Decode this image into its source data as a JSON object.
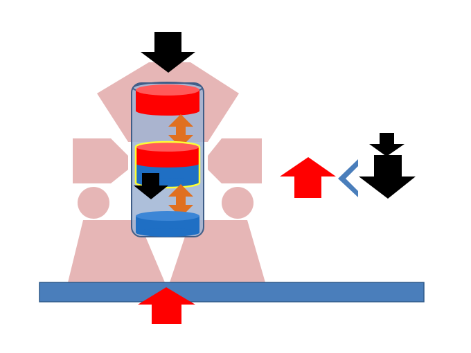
{
  "diagram": {
    "colors": {
      "background": "#ffffff",
      "figure_pink": "#e6b6b6",
      "tube_fill": "#9fb4d3",
      "tube_stroke": "#3f5d87",
      "magnet_red": "#ff0000",
      "magnet_top_red": "#ff5a5a",
      "magnet_blue": "#1f6fc4",
      "highlight_yellow": "#ffff33",
      "force_black": "#000000",
      "force_red": "#ff0000",
      "repulsion_orange": "#e07020",
      "base_plate": "#4a7ebb",
      "base_plate_stroke": "#2e5a8a",
      "comparison_sign": "#4a7ebb"
    },
    "icons": {
      "downward_force": "arrow-down-black",
      "upward_force": "arrow-up-red",
      "repulsion": "double-arrow-orange",
      "less_than": "less-than-sign"
    }
  }
}
